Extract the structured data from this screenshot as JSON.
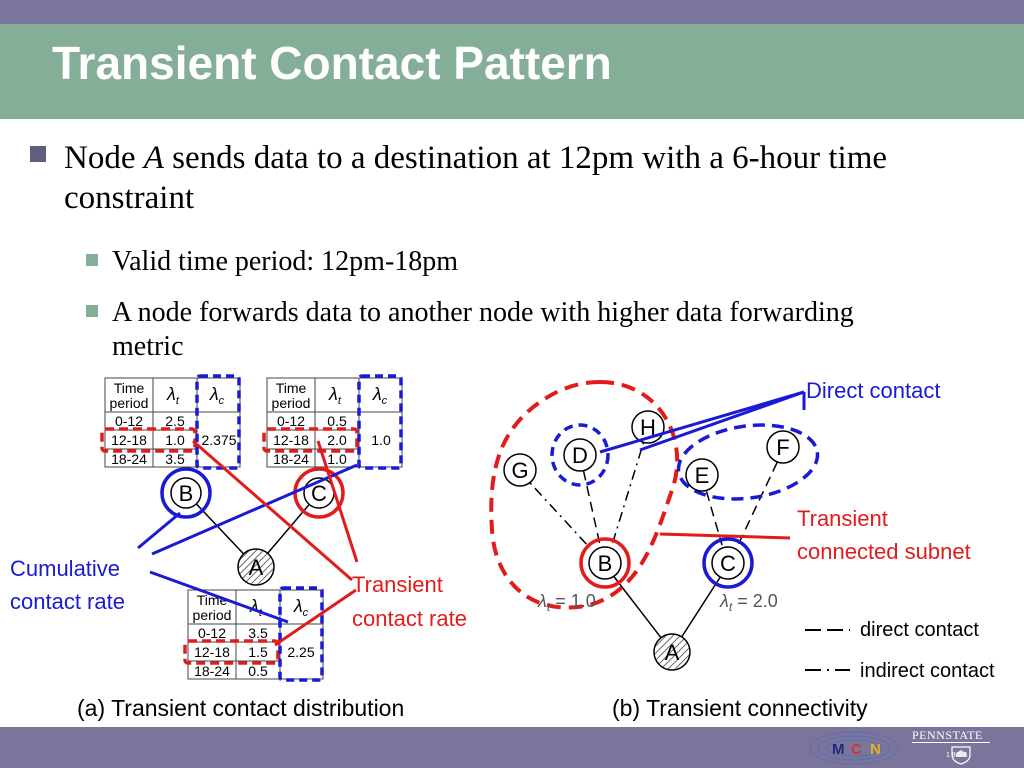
{
  "slide": {
    "title": "Transient Contact Pattern",
    "bullet1": {
      "before": "Node ",
      "node": "A",
      "after": " sends data to a destination at 12pm with a 6-hour time constraint"
    },
    "bullet2": "Valid time period: 12pm-18pm",
    "bullet3": "A node forwards data to another node with higher data forwarding metric"
  },
  "footer": {
    "logo_letters": [
      "M",
      "C",
      "N"
    ],
    "university": "PENNSTATE",
    "year": "1855"
  },
  "diagram": {
    "tables": {
      "header_period": [
        "Time",
        "period"
      ],
      "lambda_t": "λ",
      "lambda_t_sub": "t",
      "lambda_c": "λ",
      "lambda_c_sub": "c",
      "B": {
        "rows": [
          [
            "0-12",
            "2.5"
          ],
          [
            "12-18",
            "1.0"
          ],
          [
            "18-24",
            "3.5"
          ]
        ],
        "rate": "2.375"
      },
      "C": {
        "rows": [
          [
            "0-12",
            "0.5"
          ],
          [
            "12-18",
            "2.0"
          ],
          [
            "18-24",
            "1.0"
          ]
        ],
        "rate": "1.0"
      },
      "A": {
        "rows": [
          [
            "0-12",
            "3.5"
          ],
          [
            "12-18",
            "1.5"
          ],
          [
            "18-24",
            "0.5"
          ]
        ],
        "rate": "2.25"
      }
    },
    "nodes": {
      "A": "A",
      "B": "B",
      "C": "C",
      "D": "D",
      "E": "E",
      "F": "F",
      "G": "G",
      "H": "H"
    },
    "labels": {
      "cumulative": [
        "Cumulative",
        "contact rate"
      ],
      "transient_rate": [
        "Transient",
        "contact rate"
      ],
      "direct_contact": "Direct contact",
      "subnet": [
        "Transient",
        "connected subnet"
      ],
      "lambda_b": "λ",
      "lambda_b_sub": "t",
      "lambda_b_val": " = 1.0",
      "lambda_c": "λ",
      "lambda_c_sub": "t",
      "lambda_c_val": " = 2.0",
      "legend_direct": "direct contact",
      "legend_indirect": "indirect contact",
      "caption_a": "(a) Transient contact distribution",
      "caption_b": "(b)  Transient connectivity"
    }
  },
  "colors": {
    "red": "#e21b1b",
    "blue": "#1a1ad6",
    "header": "#84ae98",
    "bar": "#7b759b"
  }
}
